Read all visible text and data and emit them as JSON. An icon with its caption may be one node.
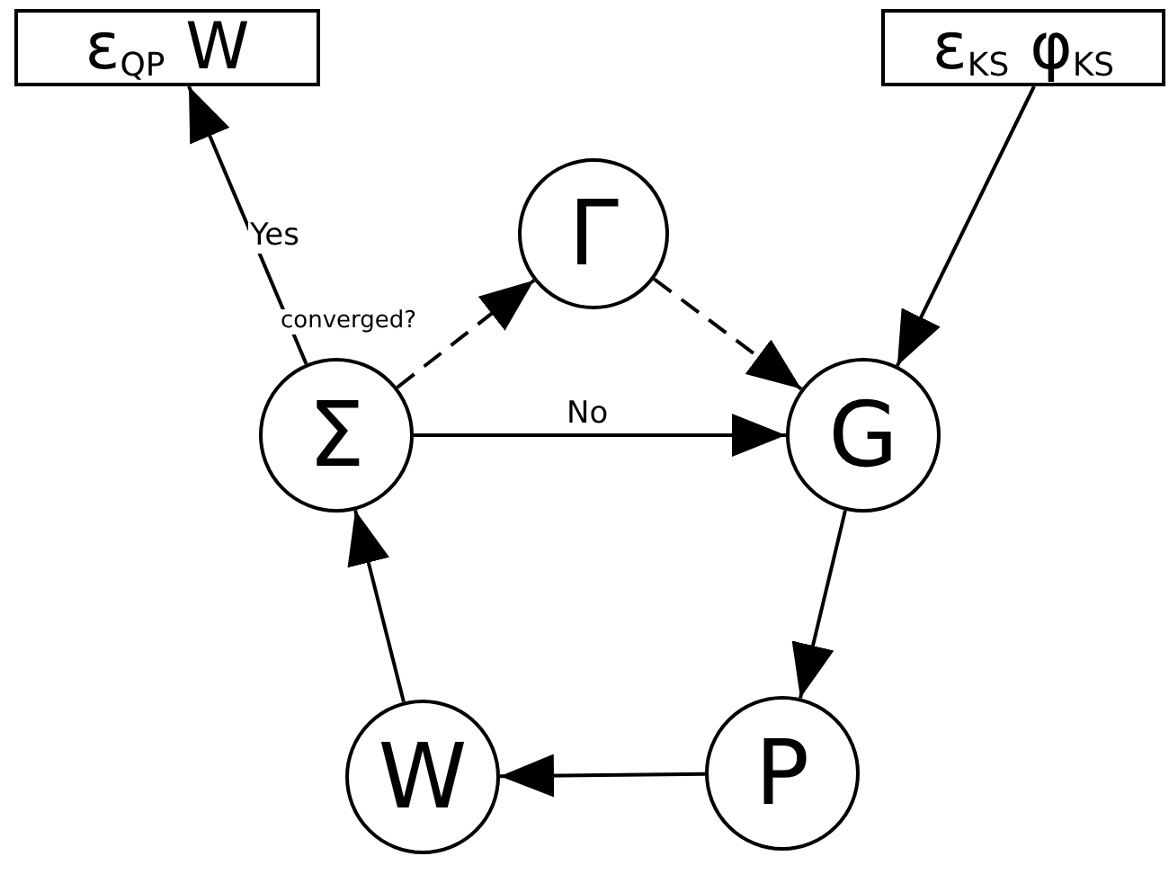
{
  "diagram": {
    "nodes": [
      {
        "text": [
          "ε$_{QP}$ W"
        ]
      },
      {
        "text": [
          "ε$_{KS}$ φ$_{KS}$"
        ]
      },
      {
        "text": [
          "Γ"
        ]
      },
      {
        "text": [
          "Σ"
        ]
      },
      {
        "text": [
          "G"
        ]
      },
      {
        "text": [
          "P"
        ]
      },
      {
        "text": [
          "W"
        ]
      }
    ],
    "edges": [
      {
        "from": 3,
        "to": 0,
        "arrow": "to",
        "label": "Yes"
      },
      {
        "from": 3,
        "to": 2,
        "arrow": "to",
        "style": "dashed",
        "label": "converged?"
      },
      {
        "from": 2,
        "to": 4,
        "arrow": "to",
        "style": "dashed"
      },
      {
        "from": 3,
        "to": 4,
        "arrow": "to",
        "label": "No"
      },
      {
        "from": 1,
        "to": 4,
        "arrow": "to"
      },
      {
        "from": 4,
        "to": 5,
        "arrow": "to"
      },
      {
        "from": 5,
        "to": 6,
        "arrow": "to"
      },
      {
        "from": 6,
        "to": 3,
        "arrow": "to"
      }
    ]
  }
}
